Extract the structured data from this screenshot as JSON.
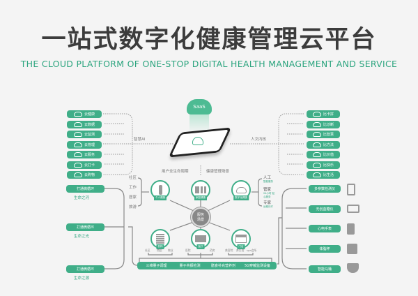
{
  "title": "一站式数字化健康管理云平台",
  "subtitle": "THE CLOUD PLATFORM OF ONE-STOP DIGITAL HEALTH MANAGEMENT AND SERVICE",
  "saas": "SaaS",
  "left_clouds": [
    "云健康",
    "云数据",
    "云监测",
    "云管理",
    "云服务",
    "云打卡",
    "云购物"
  ],
  "right_clouds": [
    "比卡拼",
    "比诊断",
    "比智慧",
    "比方法",
    "比价值",
    "比快乐",
    "比生活"
  ],
  "smart_ai": "智慧AI",
  "humanity": "人文内核",
  "lifecycle": "用户全生命周期",
  "scenes": "健康管理场景",
  "micro": [
    {
      "label": "打通微循环",
      "sub": "生命之河"
    },
    {
      "label": "打通微循环",
      "sub": "生命之光"
    },
    {
      "label": "打通微循环",
      "sub": "生命之源"
    }
  ],
  "places": [
    "社区",
    "工作",
    "居家",
    "旅游"
  ],
  "top_circles": [
    "个人健康",
    "家庭健康",
    "数字化健康"
  ],
  "center": [
    "服务",
    "场景"
  ],
  "bottom_circles": [
    "机构",
    "医疗",
    "门店"
  ],
  "sub_inst": [
    "社区",
    "商超",
    "物业"
  ],
  "sub_med": [
    "医院",
    "药房"
  ],
  "sub_store": [
    "美容院",
    "养生馆",
    "spa会所"
  ],
  "services": [
    {
      "label": "人工",
      "sub": "智能服务"
    },
    {
      "label": "管家",
      "sub": "24小时 贴心服务"
    },
    {
      "label": "专家",
      "sub": "远程诊疗"
    }
  ],
  "products": [
    "三维量子调理",
    "量子共振检测",
    "膳食补充营养剂",
    "5G穿戴监测设备"
  ],
  "devices": [
    "多参数检测仪",
    "无创血糖仪",
    "心电手表",
    "体脂秤",
    "智能马桶"
  ]
}
